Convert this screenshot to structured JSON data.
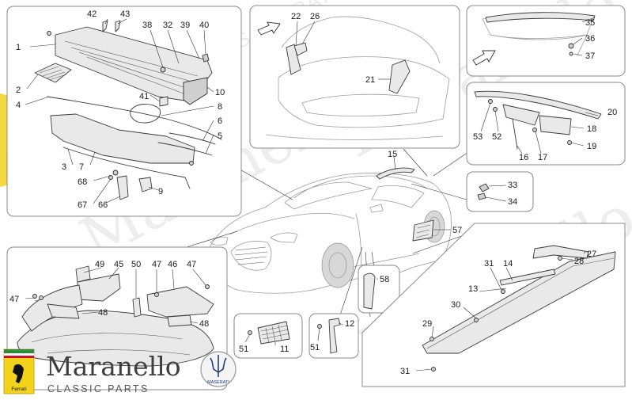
{
  "brand": {
    "name": "Maranello",
    "tagline": "CLASSIC PARTS",
    "badge_text": "MASERATI",
    "ferrari_badge_text": "Ferrari",
    "colors": {
      "badge_yellow": "#f2d21b",
      "badge_black": "#111111",
      "badge_red": "#c8102e",
      "trident_blue": "#1e3f7a"
    }
  },
  "callouts": {
    "c1": "1",
    "c2": "2",
    "c3": "3",
    "c4": "4",
    "c5": "5",
    "c6": "6",
    "c7": "7",
    "c8": "8",
    "c9": "9",
    "c10": "10",
    "c11": "11",
    "c12": "12",
    "c13": "13",
    "c14": "14",
    "c15": "15",
    "c16": "16",
    "c17": "17",
    "c18": "18",
    "c19": "19",
    "c20": "20",
    "c21": "21",
    "c22": "22",
    "c26": "26",
    "c27": "27",
    "c28": "28",
    "c29": "29",
    "c30": "30",
    "c31a": "31",
    "c31b": "31",
    "c32": "32",
    "c33": "33",
    "c34": "34",
    "c35": "35",
    "c36": "36",
    "c37": "37",
    "c38": "38",
    "c39": "39",
    "c40": "40",
    "c41": "41",
    "c42": "42",
    "c43": "43",
    "c45": "45",
    "c46": "46",
    "c47a": "47",
    "c47b": "47",
    "c47c": "47",
    "c48a": "48",
    "c48b": "48",
    "c49": "49",
    "c50": "50",
    "c51a": "51",
    "c51b": "51",
    "c52": "52",
    "c53": "53",
    "c57": "57",
    "c58": "58",
    "c66": "66",
    "c67": "67",
    "c68": "68"
  }
}
